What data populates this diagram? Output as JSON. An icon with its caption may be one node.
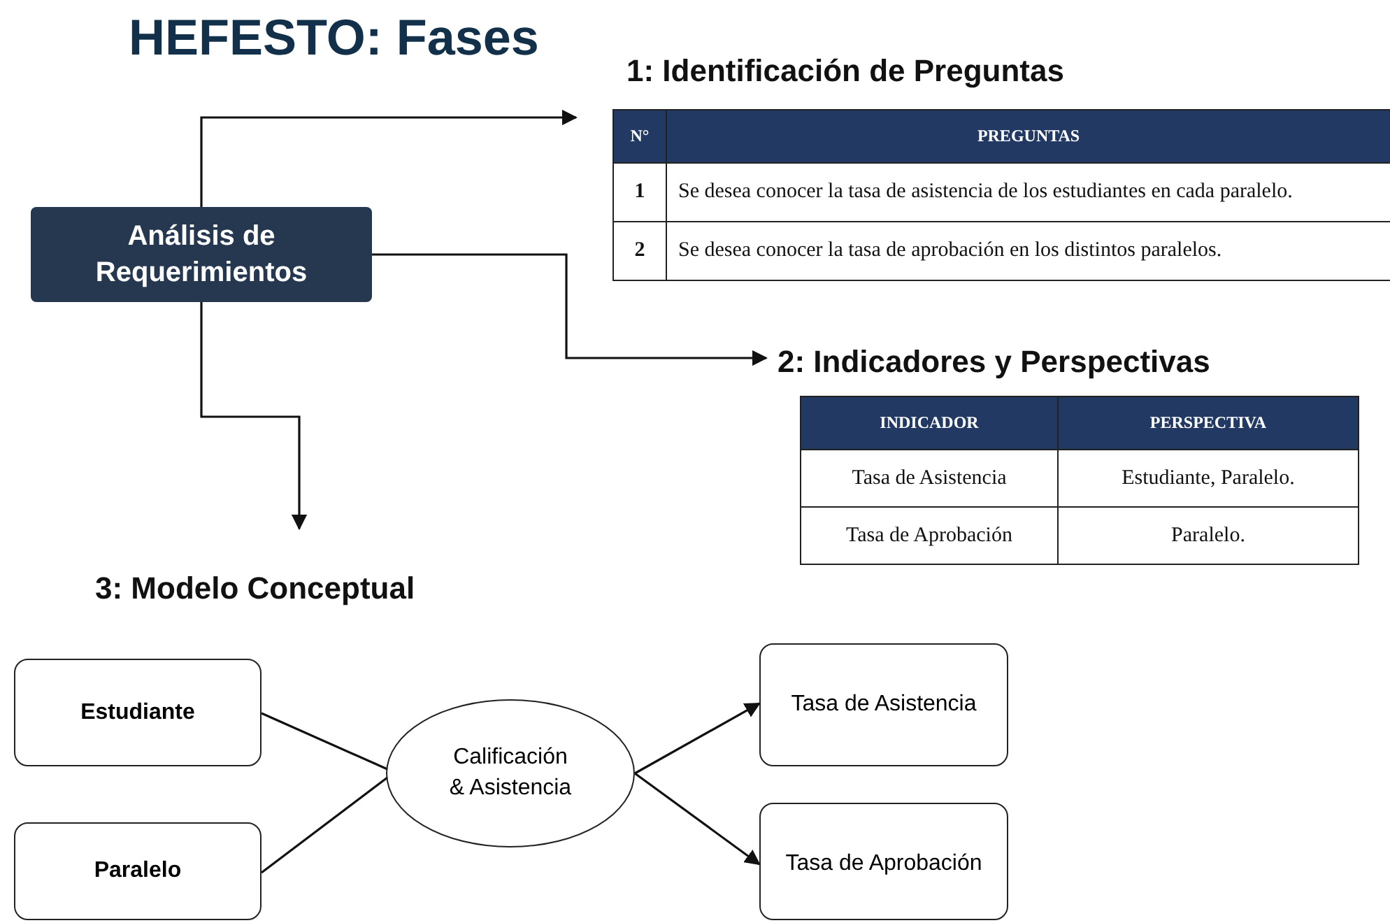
{
  "diagram": {
    "title": "HEFESTO: Fases",
    "nodes": [
      {
        "text": [
          "Análisis de Requerimientos"
        ]
      },
      {
        "text": [
          "1: Identificación de Preguntas"
        ]
      },
      {
        "text": [
          "2: Indicadores y Perspectivas"
        ]
      },
      {
        "text": [
          "3: Modelo Conceptual"
        ]
      },
      {
        "text": [
          "Estudiante"
        ]
      },
      {
        "text": [
          "Paralelo"
        ]
      },
      {
        "text": [
          "Calificación & Asistencia"
        ]
      },
      {
        "text": [
          "Tasa de Asistencia"
        ]
      },
      {
        "text": [
          "Tasa de Aprobación"
        ]
      }
    ],
    "edges": [
      {
        "from": 0,
        "to": 1,
        "arrow": "to"
      },
      {
        "from": 0,
        "to": 2,
        "arrow": "to"
      },
      {
        "from": 0,
        "to": 3,
        "arrow": "to"
      },
      {
        "from": 4,
        "to": 6,
        "arrow": "none"
      },
      {
        "from": 5,
        "to": 6,
        "arrow": "none"
      },
      {
        "from": 6,
        "to": 7,
        "arrow": "to"
      },
      {
        "from": 6,
        "to": 8,
        "arrow": "to"
      }
    ],
    "labels": [
      "N°",
      "PREGUNTAS",
      "1",
      "Se desea conocer la tasa de asistencia de los estudiantes en cada paralelo.",
      "2",
      "Se desea conocer la tasa de aprobación en los distintos paralelos.",
      "INDICADOR",
      "PERSPECTIVA",
      "Tasa de Asistencia",
      "Estudiante, Paralelo.",
      "Tasa de Aprobación",
      "Paralelo."
    ]
  }
}
